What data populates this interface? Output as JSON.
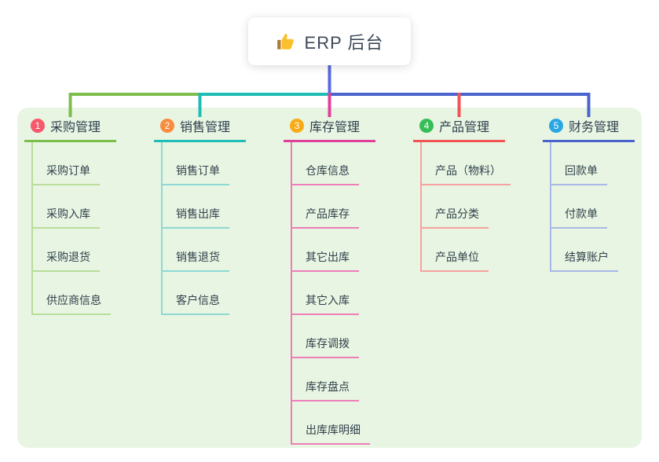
{
  "root": {
    "title": "ERP 后台",
    "icon": "thumbs-up-icon"
  },
  "branches": [
    {
      "index": "1",
      "title": "采购管理",
      "badge_color": "#f5596b",
      "line_color": "#7cbd4c",
      "light_color": "#b9dd9b",
      "children": [
        "采购订单",
        "采购入库",
        "采购退货",
        "供应商信息"
      ]
    },
    {
      "index": "2",
      "title": "销售管理",
      "badge_color": "#fa8c40",
      "line_color": "#1fbdb5",
      "light_color": "#8ed9d4",
      "children": [
        "销售订单",
        "销售出库",
        "销售退货",
        "客户信息"
      ]
    },
    {
      "index": "3",
      "title": "库存管理",
      "badge_color": "#f9ab17",
      "line_color": "#e0409a",
      "light_color": "#ee7eb8",
      "children": [
        "仓库信息",
        "产品库存",
        "其它出库",
        "其它入库",
        "库存调拨",
        "库存盘点",
        "出库库明细"
      ]
    },
    {
      "index": "4",
      "title": "产品管理",
      "badge_color": "#37bd58",
      "line_color": "#f05455",
      "light_color": "#f7a2a2",
      "children": [
        "产品（物料）",
        "产品分类",
        "产品单位"
      ]
    },
    {
      "index": "5",
      "title": "财务管理",
      "badge_color": "#2aa7e3",
      "line_color": "#4a63cd",
      "light_color": "#a9b8e6",
      "children": [
        "回款单",
        "付款单",
        "结算账户"
      ]
    }
  ],
  "colors": {
    "panel_bg": "#e7f5e2",
    "root_link": "#5568e0",
    "thumb_yellow": "#fbc02d",
    "thumb_cuff": "#b07a35",
    "text": "#33414e"
  }
}
